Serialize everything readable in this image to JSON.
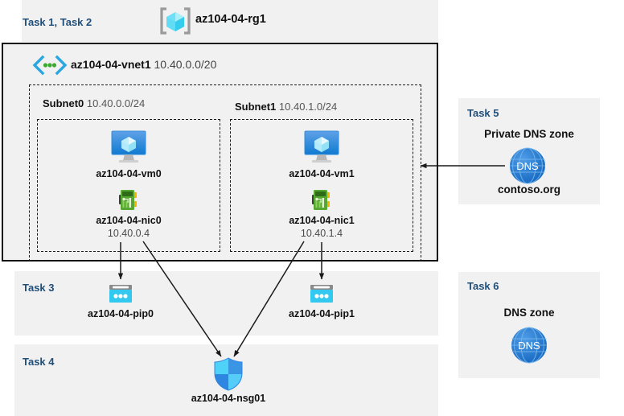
{
  "resource_group": {
    "task_label": "Task 1, Task 2",
    "name": "az104-04-rg1",
    "icon": "resource-group-icon"
  },
  "vnet": {
    "name": "az104-04-vnet1",
    "cidr": "10.40.0.0/20",
    "icon": "virtual-network-icon"
  },
  "subnets": [
    {
      "name": "Subnet0",
      "cidr": "10.40.0.0/24",
      "vm": {
        "name": "az104-04-vm0",
        "icon": "virtual-machine-icon"
      },
      "nic": {
        "name": "az104-04-nic0",
        "ip": "10.40.0.4",
        "icon": "network-interface-icon"
      }
    },
    {
      "name": "Subnet1",
      "cidr": "10.40.1.0/24",
      "vm": {
        "name": "az104-04-vm1",
        "icon": "virtual-machine-icon"
      },
      "nic": {
        "name": "az104-04-nic1",
        "ip": "10.40.1.4",
        "icon": "network-interface-icon"
      }
    }
  ],
  "task3": {
    "task_label": "Task 3",
    "public_ips": [
      {
        "name": "az104-04-pip0",
        "icon": "public-ip-address-icon"
      },
      {
        "name": "az104-04-pip1",
        "icon": "public-ip-address-icon"
      }
    ]
  },
  "task4": {
    "task_label": "Task 4",
    "nsg": {
      "name": "az104-04-nsg01",
      "icon": "network-security-group-icon"
    }
  },
  "task5": {
    "task_label": "Task 5",
    "title": "Private DNS zone",
    "zone_name": "contoso.org",
    "icon": "dns-zone-icon",
    "icon_text": "DNS"
  },
  "task6": {
    "task_label": "Task 6",
    "title": "DNS zone",
    "icon": "dns-zone-icon",
    "icon_text": "DNS"
  },
  "colors": {
    "task_label": "#1f4e79",
    "panel_bg": "#f1f1f1",
    "page_bg": "#ffffff",
    "border": "#111111",
    "dns_blue": "#1f7fd4",
    "pip_cyan": "#32c8ef",
    "nic_green": "#5cb226",
    "vm_blue": "#3b8fe0",
    "rg_cube": "#5ad9f5",
    "connector": "#1a1a1a"
  }
}
